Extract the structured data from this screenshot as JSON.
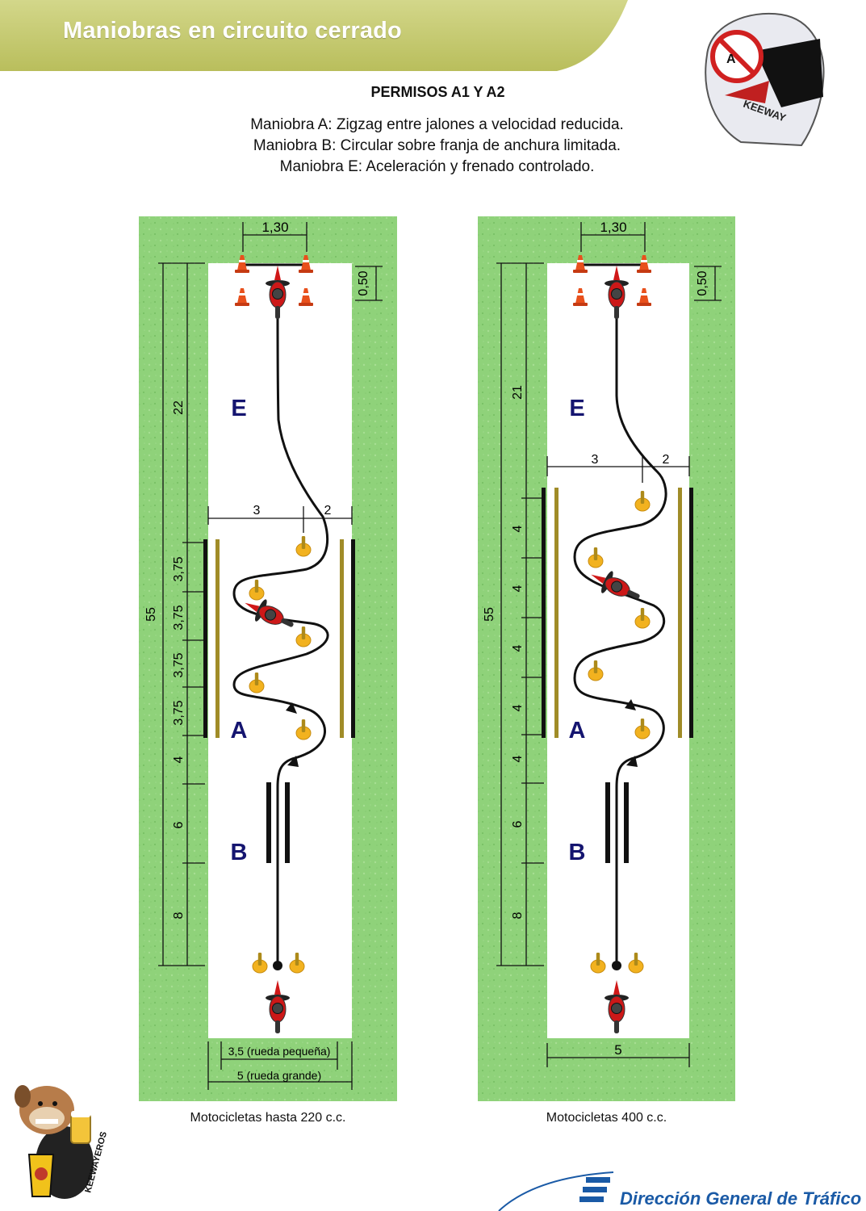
{
  "header": {
    "title": "Maniobras en circuito cerrado",
    "banner_color": "#c5c96e"
  },
  "heading": "PERMISOS A1 Y A2",
  "description": [
    "Maniobra A: Zigzag entre jalones a velocidad reducida.",
    "Maniobra B: Circular sobre franja de anchura limitada.",
    "Maniobra E: Aceleración y frenado controlado."
  ],
  "colors": {
    "grass": "#8fd27a",
    "track": "#ffffff",
    "cone": "#e8501c",
    "peg": "#f2b21f",
    "stripe": "#a08c28",
    "letter": "#151570"
  },
  "logo_text": "KEEWAY",
  "mascot_text": "KEEWAYEROS",
  "footer": {
    "dgt": "Dirección General de Tráfico"
  },
  "circuits": [
    {
      "caption": "Motocicletas hasta 220 c.c.",
      "maneuver_labels": [
        "E",
        "A",
        "B"
      ],
      "top_width": "1,30",
      "cone_depth": "0,50",
      "total_length": "55",
      "segments": [
        "22",
        "3,75",
        "3,75",
        "3,75",
        "3,75",
        "4",
        "6",
        "8"
      ],
      "zigzag_widths": [
        "3",
        "2"
      ],
      "bottom_widths": [
        "3,5 (rueda pequeña)",
        "5 (rueda grande)"
      ]
    },
    {
      "caption": "Motocicletas 400 c.c.",
      "maneuver_labels": [
        "E",
        "A",
        "B"
      ],
      "top_width": "1,30",
      "cone_depth": "0,50",
      "total_length": "55",
      "segments": [
        "21",
        "4",
        "4",
        "4",
        "4",
        "4",
        "6",
        "8"
      ],
      "zigzag_widths": [
        "3",
        "2"
      ],
      "bottom_widths": [
        "5"
      ]
    }
  ]
}
